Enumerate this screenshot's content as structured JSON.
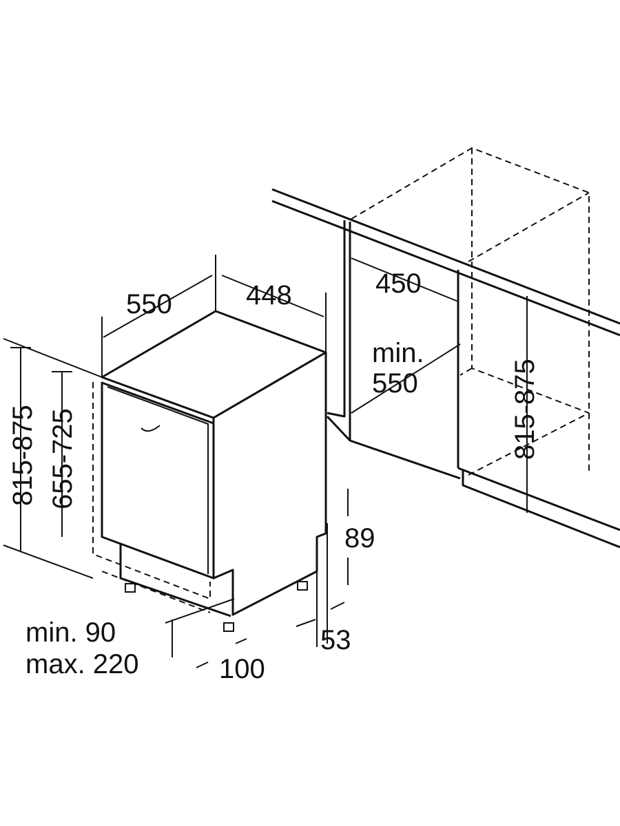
{
  "dimensions": {
    "depth": "550",
    "width": "448",
    "cabinet_width": "450",
    "min_depth_line1": "min.",
    "min_depth_line2": "550",
    "niche_height_right": "815-875",
    "height_left": "815-875",
    "door_height": "655-725",
    "plinth_offset": "89",
    "foot_offset": "53",
    "plinth_height_line1": "min. 90",
    "plinth_height_line2": "max. 220",
    "plinth_depth": "100"
  },
  "colors": {
    "line": "#111111",
    "background": "#ffffff"
  }
}
